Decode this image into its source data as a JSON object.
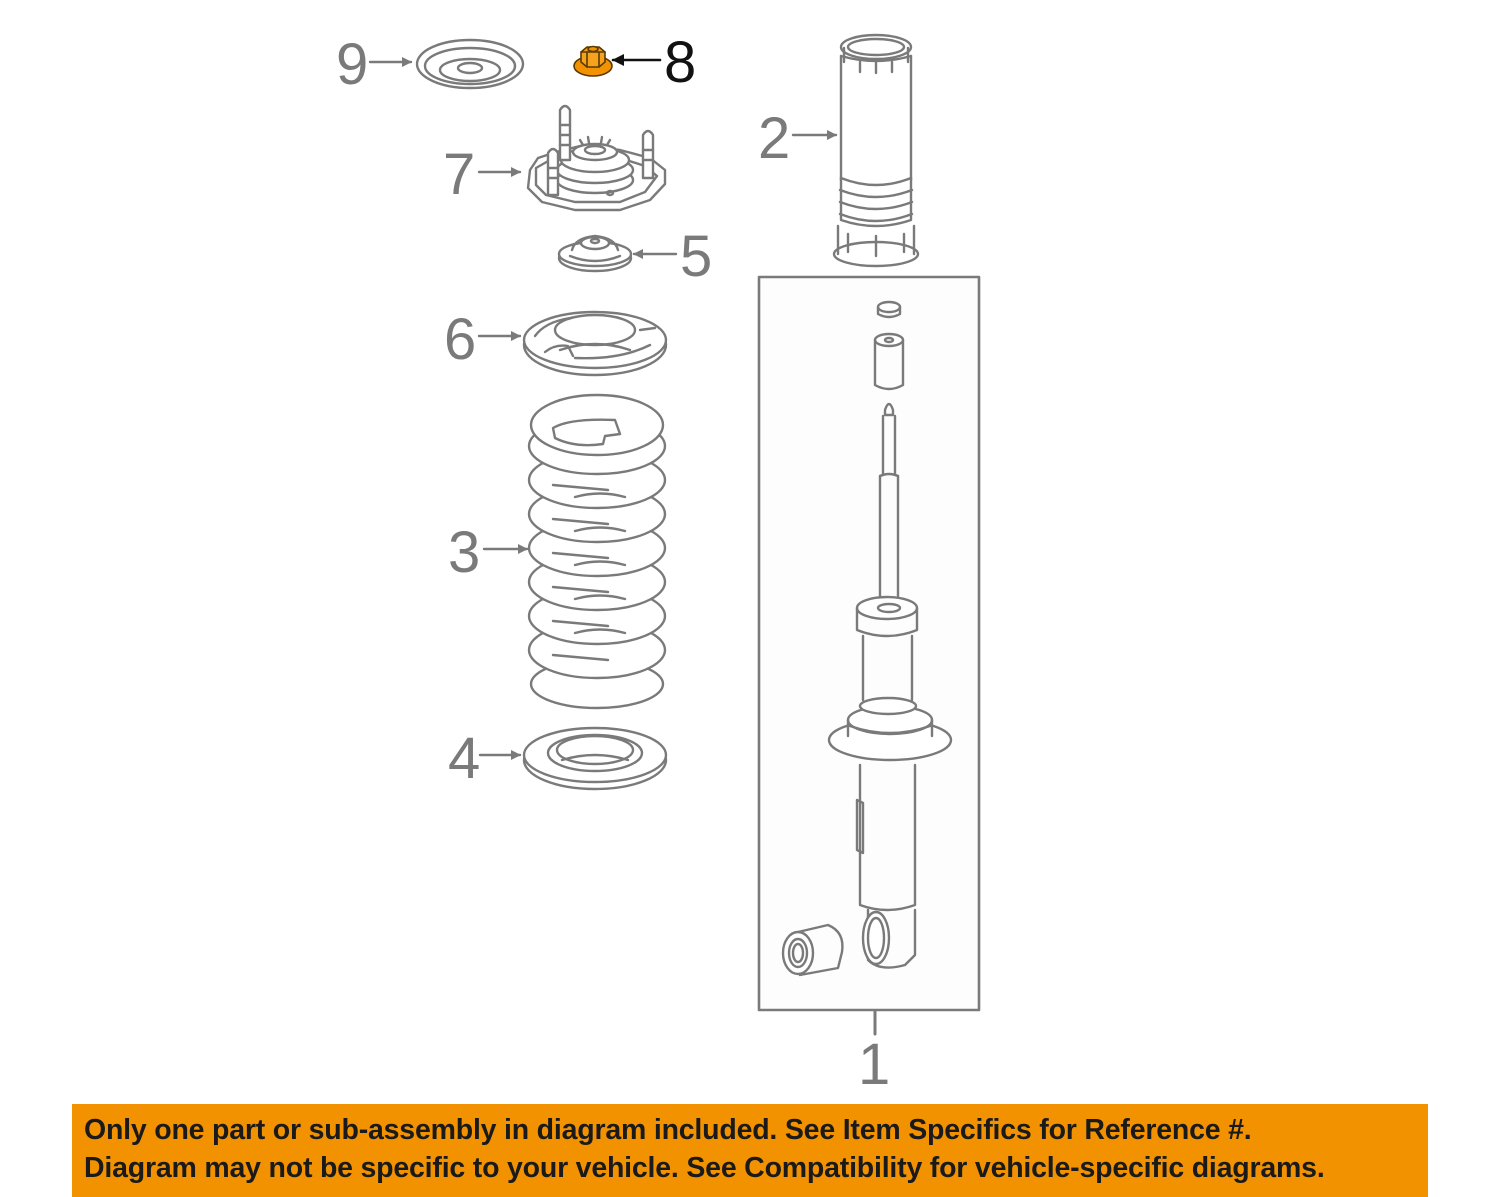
{
  "diagram": {
    "title": "Front Suspension - Strut Assembly Exploded View",
    "colors": {
      "line": "#7a7a7a",
      "highlight_part": "#f39200",
      "highlight_callout": "#111111",
      "banner": "#f39200",
      "banner_text": "#1a1a1a",
      "assembly_box": "#7a7a7a"
    },
    "callouts": [
      {
        "number": "1",
        "part": "strut-assembly",
        "highlighted": false
      },
      {
        "number": "2",
        "part": "dust-boot",
        "highlighted": false
      },
      {
        "number": "3",
        "part": "coil-spring",
        "highlighted": false
      },
      {
        "number": "4",
        "part": "lower-spring-seat",
        "highlighted": false
      },
      {
        "number": "5",
        "part": "bump-stop",
        "highlighted": false
      },
      {
        "number": "6",
        "part": "upper-spring-insulator",
        "highlighted": false
      },
      {
        "number": "7",
        "part": "strut-mount",
        "highlighted": false
      },
      {
        "number": "8",
        "part": "flange-nut",
        "highlighted": true
      },
      {
        "number": "9",
        "part": "mount-cap",
        "highlighted": false
      }
    ]
  },
  "banner": {
    "line1": "Only one part or sub-assembly in diagram included. See Item Specifics for Reference #.",
    "line2": "Diagram may not be specific to your vehicle. See Compatibility for vehicle-specific diagrams."
  }
}
